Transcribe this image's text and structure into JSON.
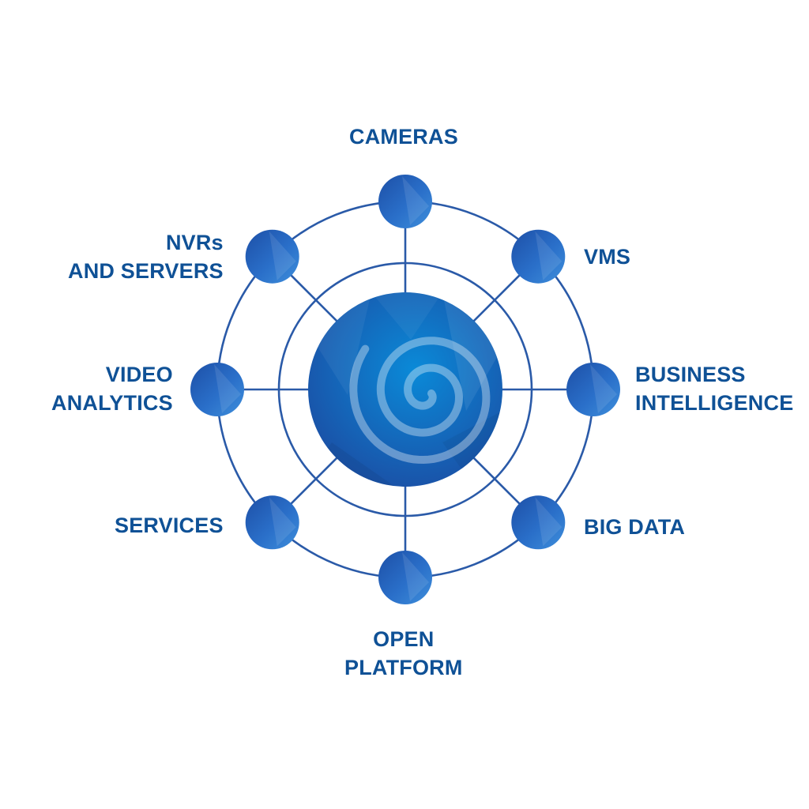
{
  "colors": {
    "label": "#0f5196",
    "line": "#2a5aa8",
    "node_dark": "#1d4fa6",
    "node_mid": "#2a6fc9",
    "node_light": "#3f8fdb",
    "core_dark": "#1b4fa5",
    "core_light": "#0a8ad8"
  },
  "hub": {
    "icon": "spiral-icon"
  },
  "nodes": [
    {
      "id": "cameras",
      "lines": [
        "CAMERAS"
      ]
    },
    {
      "id": "vms",
      "lines": [
        "VMS"
      ]
    },
    {
      "id": "business-intelligence",
      "lines": [
        "BUSINESS",
        "INTELLIGENCE"
      ]
    },
    {
      "id": "big-data",
      "lines": [
        "BIG DATA"
      ]
    },
    {
      "id": "open-platform",
      "lines": [
        "OPEN",
        "PLATFORM"
      ]
    },
    {
      "id": "services",
      "lines": [
        "SERVICES"
      ]
    },
    {
      "id": "video-analytics",
      "lines": [
        "VIDEO",
        "ANALYTICS"
      ]
    },
    {
      "id": "nvrs-and-servers",
      "lines": [
        "NVRs",
        "AND SERVERS"
      ]
    }
  ]
}
